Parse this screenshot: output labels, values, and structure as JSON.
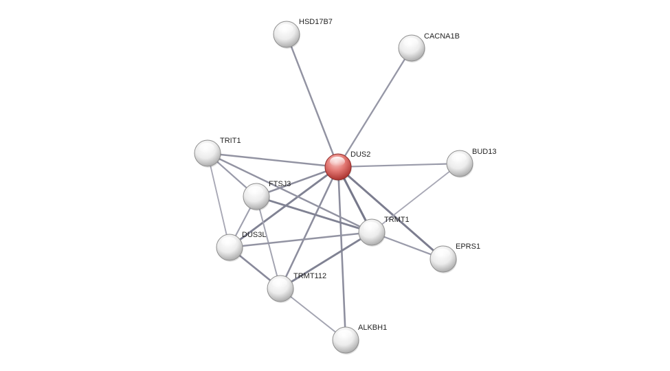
{
  "network": {
    "query_protein": "DUS2",
    "nodes": [
      {
        "id": "HSD17B7",
        "label": "HSD17B7",
        "query": false
      },
      {
        "id": "CACNA1B",
        "label": "CACNA1B",
        "query": false
      },
      {
        "id": "TRIT1",
        "label": "TRIT1",
        "query": false
      },
      {
        "id": "DUS2",
        "label": "DUS2",
        "query": true
      },
      {
        "id": "BUD13",
        "label": "BUD13",
        "query": false
      },
      {
        "id": "FTSJ3",
        "label": "FTSJ3",
        "query": false
      },
      {
        "id": "TRMT1",
        "label": "TRMT1",
        "query": false
      },
      {
        "id": "DUS3L",
        "label": "DUS3L",
        "query": false
      },
      {
        "id": "EPRS1",
        "label": "EPRS1",
        "query": false
      },
      {
        "id": "TRMT112",
        "label": "TRMT112",
        "query": false
      },
      {
        "id": "ALKBH1",
        "label": "ALKBH1",
        "query": false
      }
    ],
    "edges": [
      {
        "source": "DUS2",
        "target": "HSD17B7",
        "strength": 0.55
      },
      {
        "source": "DUS2",
        "target": "CACNA1B",
        "strength": 0.5
      },
      {
        "source": "DUS2",
        "target": "TRIT1",
        "strength": 0.55
      },
      {
        "source": "DUS2",
        "target": "BUD13",
        "strength": 0.45
      },
      {
        "source": "DUS2",
        "target": "FTSJ3",
        "strength": 0.6
      },
      {
        "source": "DUS2",
        "target": "TRMT1",
        "strength": 0.85
      },
      {
        "source": "DUS2",
        "target": "DUS3L",
        "strength": 0.75
      },
      {
        "source": "DUS2",
        "target": "EPRS1",
        "strength": 0.8
      },
      {
        "source": "DUS2",
        "target": "TRMT112",
        "strength": 0.6
      },
      {
        "source": "DUS2",
        "target": "ALKBH1",
        "strength": 0.6
      },
      {
        "source": "TRIT1",
        "target": "TRMT1",
        "strength": 0.55
      },
      {
        "source": "TRIT1",
        "target": "FTSJ3",
        "strength": 0.45
      },
      {
        "source": "TRIT1",
        "target": "DUS3L",
        "strength": 0.3
      },
      {
        "source": "FTSJ3",
        "target": "TRMT1",
        "strength": 0.75
      },
      {
        "source": "FTSJ3",
        "target": "DUS3L",
        "strength": 0.4
      },
      {
        "source": "FTSJ3",
        "target": "TRMT112",
        "strength": 0.35
      },
      {
        "source": "DUS3L",
        "target": "TRMT1",
        "strength": 0.55
      },
      {
        "source": "DUS3L",
        "target": "TRMT112",
        "strength": 0.65
      },
      {
        "source": "TRMT1",
        "target": "TRMT112",
        "strength": 0.75
      },
      {
        "source": "TRMT1",
        "target": "BUD13",
        "strength": 0.3
      },
      {
        "source": "TRMT1",
        "target": "EPRS1",
        "strength": 0.45
      },
      {
        "source": "TRMT112",
        "target": "ALKBH1",
        "strength": 0.35
      }
    ],
    "colors": {
      "query_node": "#d9534f",
      "node": "#dcdcdc",
      "edge_weak": "#c2c2cc",
      "edge_strong": "#6a6c80"
    }
  }
}
